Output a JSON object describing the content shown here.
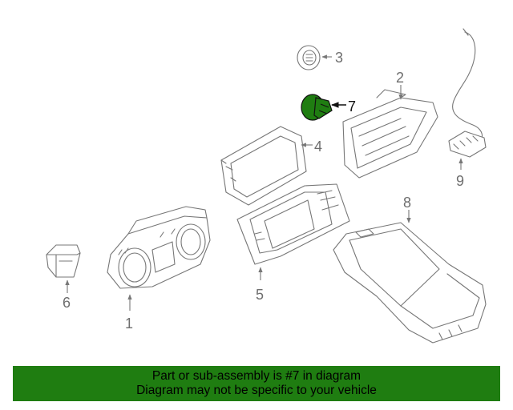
{
  "callouts": {
    "part1": "1",
    "part2": "2",
    "part3": "3",
    "part4": "4",
    "part5": "5",
    "part6": "6",
    "part7": "7",
    "part8": "8",
    "part9": "9"
  },
  "highlight": {
    "part": "7",
    "color": "#1f7d11"
  },
  "banner": {
    "line1": "Part or sub-assembly is #7 in diagram",
    "line2": "Diagram may not be specific to your vehicle",
    "background": "#1f7d11"
  }
}
